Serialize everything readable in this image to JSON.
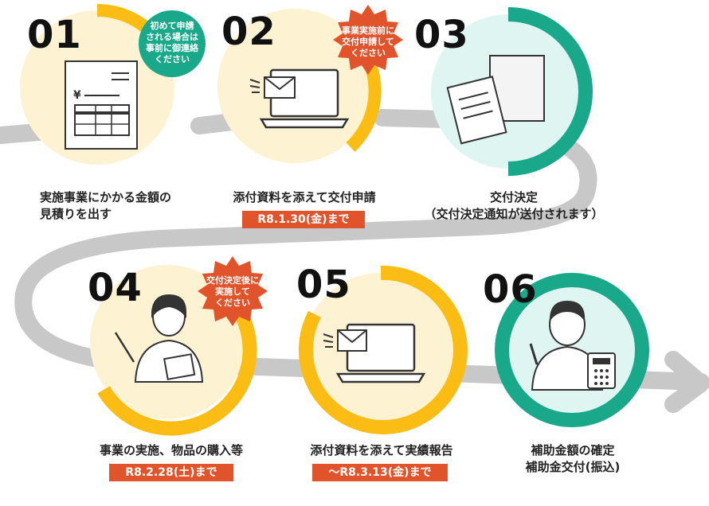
{
  "colors": {
    "yellow": "#fbbd14",
    "light_yellow": "#fdf2d2",
    "teal": "#1aa88a",
    "light_teal": "#dff5f1",
    "orange": "#e0532b",
    "gray_path": "#c8c8c8"
  },
  "steps": [
    {
      "number": "01",
      "caption_lines": [
        "実施事業にかかる金額の",
        "見積りを出す"
      ],
      "badge_lines": [
        "初めて申請",
        "される場合は",
        "事前に御連絡",
        "ください"
      ],
      "badge_type": "teal-circle",
      "icon": "invoice-icon"
    },
    {
      "number": "02",
      "caption_lines": [
        "添付資料を添えて交付申請"
      ],
      "deadline": "R8.1.30(金)まで",
      "badge_lines": [
        "事業実施前に",
        "交付申請して",
        "ください"
      ],
      "badge_type": "orange-star",
      "icon": "laptop-mail-icon"
    },
    {
      "number": "03",
      "caption_lines": [
        "交付決定",
        "（交付決定通知が送付されます）"
      ],
      "icon": "documents-envelope-icon"
    },
    {
      "number": "04",
      "caption_lines": [
        "事業の実施、物品の購入等"
      ],
      "deadline": "R8.2.28(土)まで",
      "badge_lines": [
        "交付決定後に",
        "実施して",
        "ください"
      ],
      "badge_type": "orange-star",
      "icon": "presenter-icon"
    },
    {
      "number": "05",
      "caption_lines": [
        "添付資料を添えて実績報告"
      ],
      "deadline": "～R8.3.13(金)まで",
      "icon": "laptop-mail-icon"
    },
    {
      "number": "06",
      "caption_lines": [
        "補助金額の確定",
        "補助金交付(振込)"
      ],
      "icon": "person-calculator-icon"
    }
  ]
}
